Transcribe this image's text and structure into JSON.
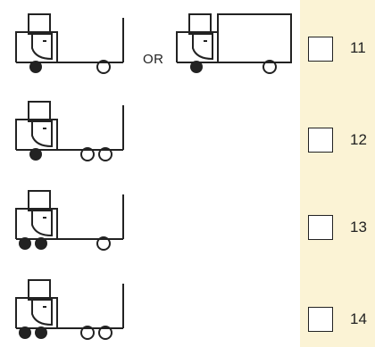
{
  "rows": [
    {
      "type": "truck-2axle",
      "alt_type": "box-truck-2axle",
      "connector": "OR",
      "code": "11",
      "checked": false
    },
    {
      "type": "truck-3axle-tandem-rear",
      "code": "12",
      "checked": false
    },
    {
      "type": "truck-3axle-tandem-front",
      "code": "13",
      "checked": false
    },
    {
      "type": "truck-4axle",
      "code": "14",
      "checked": false
    }
  ],
  "colors": {
    "background": "#fbf3d5",
    "panel": "#ffffff",
    "ink": "#222222"
  }
}
